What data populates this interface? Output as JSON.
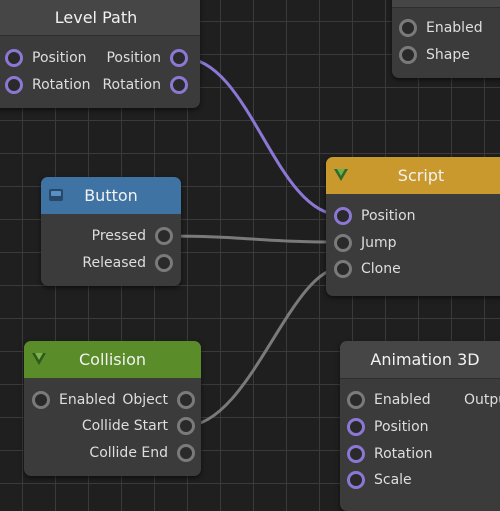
{
  "nodes": {
    "level_path": {
      "title": "Level Path",
      "inputs": [
        "Position",
        "Rotation"
      ],
      "outputs": [
        "Position",
        "Rotation"
      ]
    },
    "shape_node": {
      "inputs": [
        "Enabled",
        "Shape"
      ]
    },
    "button": {
      "title": "Button",
      "outputs": [
        "Pressed",
        "Released"
      ]
    },
    "script": {
      "title": "Script",
      "inputs": [
        "Position",
        "Jump",
        "Clone"
      ]
    },
    "collision": {
      "title": "Collision",
      "inputs": [
        "Enabled"
      ],
      "outputs": [
        "Object",
        "Collide Start",
        "Collide End"
      ]
    },
    "animation_3d": {
      "title": "Animation 3D",
      "inputs": [
        "Enabled",
        "Position",
        "Rotation",
        "Scale"
      ],
      "outputs": [
        "Outpu"
      ]
    }
  },
  "colors": {
    "canvas": "#1f1f1f",
    "grid": "#3a3a3a",
    "node_body": "#3b3b3b",
    "header_gray": "#464646",
    "header_blue": "#3e73a4",
    "header_gold": "#c9992e",
    "header_green": "#5b8c2a",
    "wire_purple": "#8c78d4",
    "wire_gray": "#7a7a7a"
  }
}
